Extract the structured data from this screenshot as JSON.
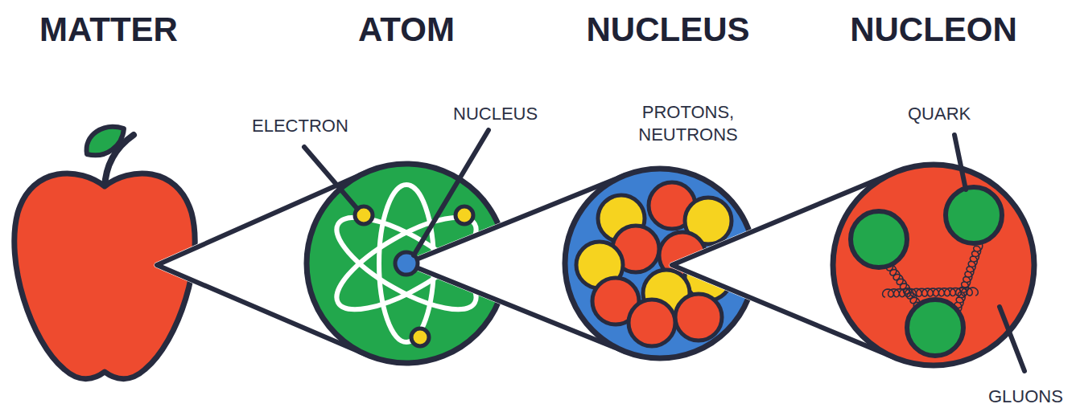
{
  "diagram": {
    "nodes": [
      {
        "text": [
          "MATTER"
        ]
      },
      {
        "text": [
          "ATOM"
        ]
      },
      {
        "text": [
          "NUCLEUS"
        ]
      },
      {
        "text": [
          "NUCLEON"
        ]
      }
    ],
    "edges": [
      {
        "from": 0,
        "to": 1,
        "arrow": "none"
      },
      {
        "from": 1,
        "to": 2,
        "arrow": "none"
      },
      {
        "from": 2,
        "to": 3,
        "arrow": "none"
      }
    ],
    "labels": [
      "ELECTRON",
      "NUCLEUS",
      "PROTONS, NEUTRONS",
      "QUARK",
      "GLUONS"
    ]
  }
}
